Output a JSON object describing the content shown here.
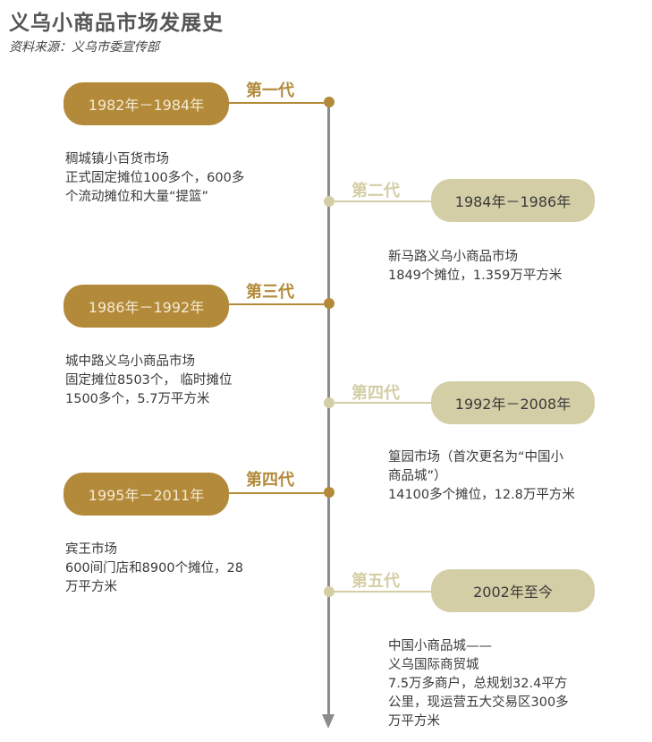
{
  "header": {
    "title": "义乌小商品市场发展史",
    "source": "资料来源：义乌市委宣传部"
  },
  "colors": {
    "gold": "#b38a3a",
    "khaki": "#d4cea6",
    "axis": "#8c8c8c"
  },
  "timeline": [
    {
      "generation": "第一代",
      "period": "1982年－1984年",
      "side": "left",
      "description": "稠城镇小百货市场\n正式固定摊位100多个，600多\n个流动摊位和大量“提篮”"
    },
    {
      "generation": "第二代",
      "period": "1984年－1986年",
      "side": "right",
      "description": "新马路义乌小商品市场\n1849个摊位，1.359万平方米"
    },
    {
      "generation": "第三代",
      "period": "1986年－1992年",
      "side": "left",
      "description": "城中路义乌小商品市场\n固定摊位8503个， 临时摊位\n1500多个，5.7万平方米"
    },
    {
      "generation": "第四代",
      "period": "1992年－2008年",
      "side": "right",
      "description": "篁园市场（首次更名为“中国小\n商品城”）\n14100多个摊位，12.8万平方米"
    },
    {
      "generation": "第四代",
      "period": "1995年－2011年",
      "side": "left",
      "description": "宾王市场\n600间门店和8900个摊位，28\n万平方米"
    },
    {
      "generation": "第五代",
      "period": "2002年至今",
      "side": "right",
      "description": "中国小商品城——\n义乌国际商贸城\n7.5万多商户，总规划32.4平方\n公里，现运营五大交易区300多\n万平方米"
    }
  ]
}
